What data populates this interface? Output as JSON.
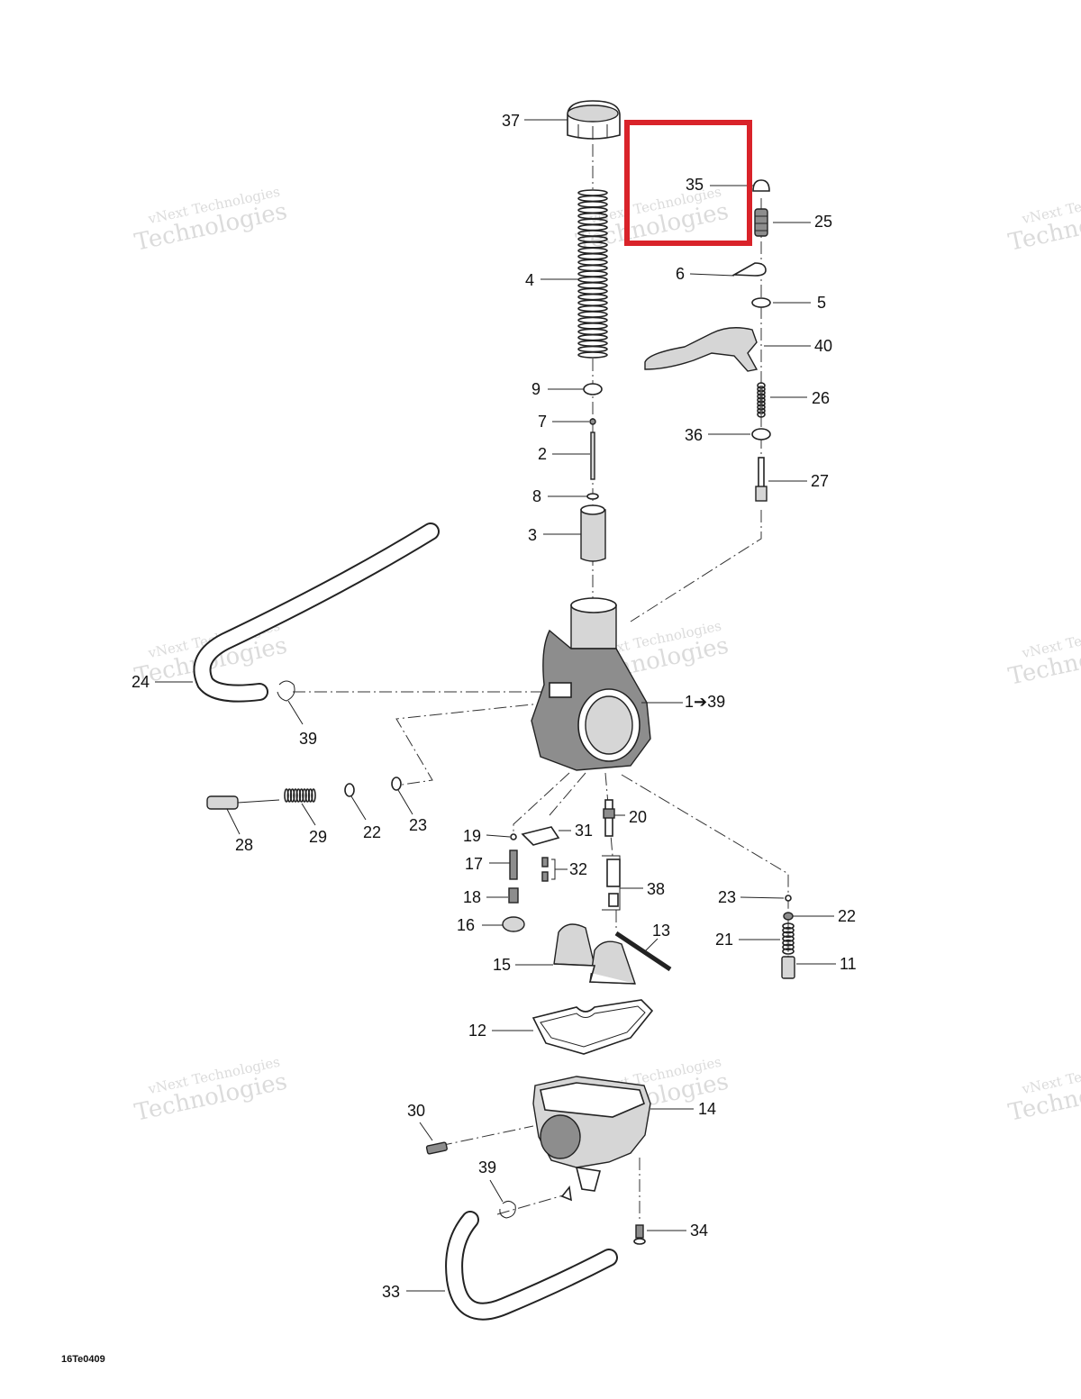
{
  "diagram_code": "16Te0409",
  "watermark": {
    "line1": "vNext Technologies",
    "line2": "Technologies"
  },
  "highlight_color": "#d9232a",
  "labels": {
    "p37": "37",
    "p35": "35",
    "p25": "25",
    "p4": "4",
    "p6": "6",
    "p5": "5",
    "p40": "40",
    "p9": "9",
    "p26": "26",
    "p7": "7",
    "p36": "36",
    "p2": "2",
    "p27": "27",
    "p8": "8",
    "p3": "3",
    "p24": "24",
    "p1": "1➔39",
    "p39a": "39",
    "p28": "28",
    "p29": "29",
    "p22a": "22",
    "p23a": "23",
    "p20": "20",
    "p19": "19",
    "p31": "31",
    "p17": "17",
    "p32": "32",
    "p38": "38",
    "p18": "18",
    "p16": "16",
    "p13": "13",
    "p15": "15",
    "p23b": "23",
    "p22b": "22",
    "p21": "21",
    "p11": "11",
    "p12": "12",
    "p14": "14",
    "p30": "30",
    "p39b": "39",
    "p34": "34",
    "p33": "33"
  }
}
